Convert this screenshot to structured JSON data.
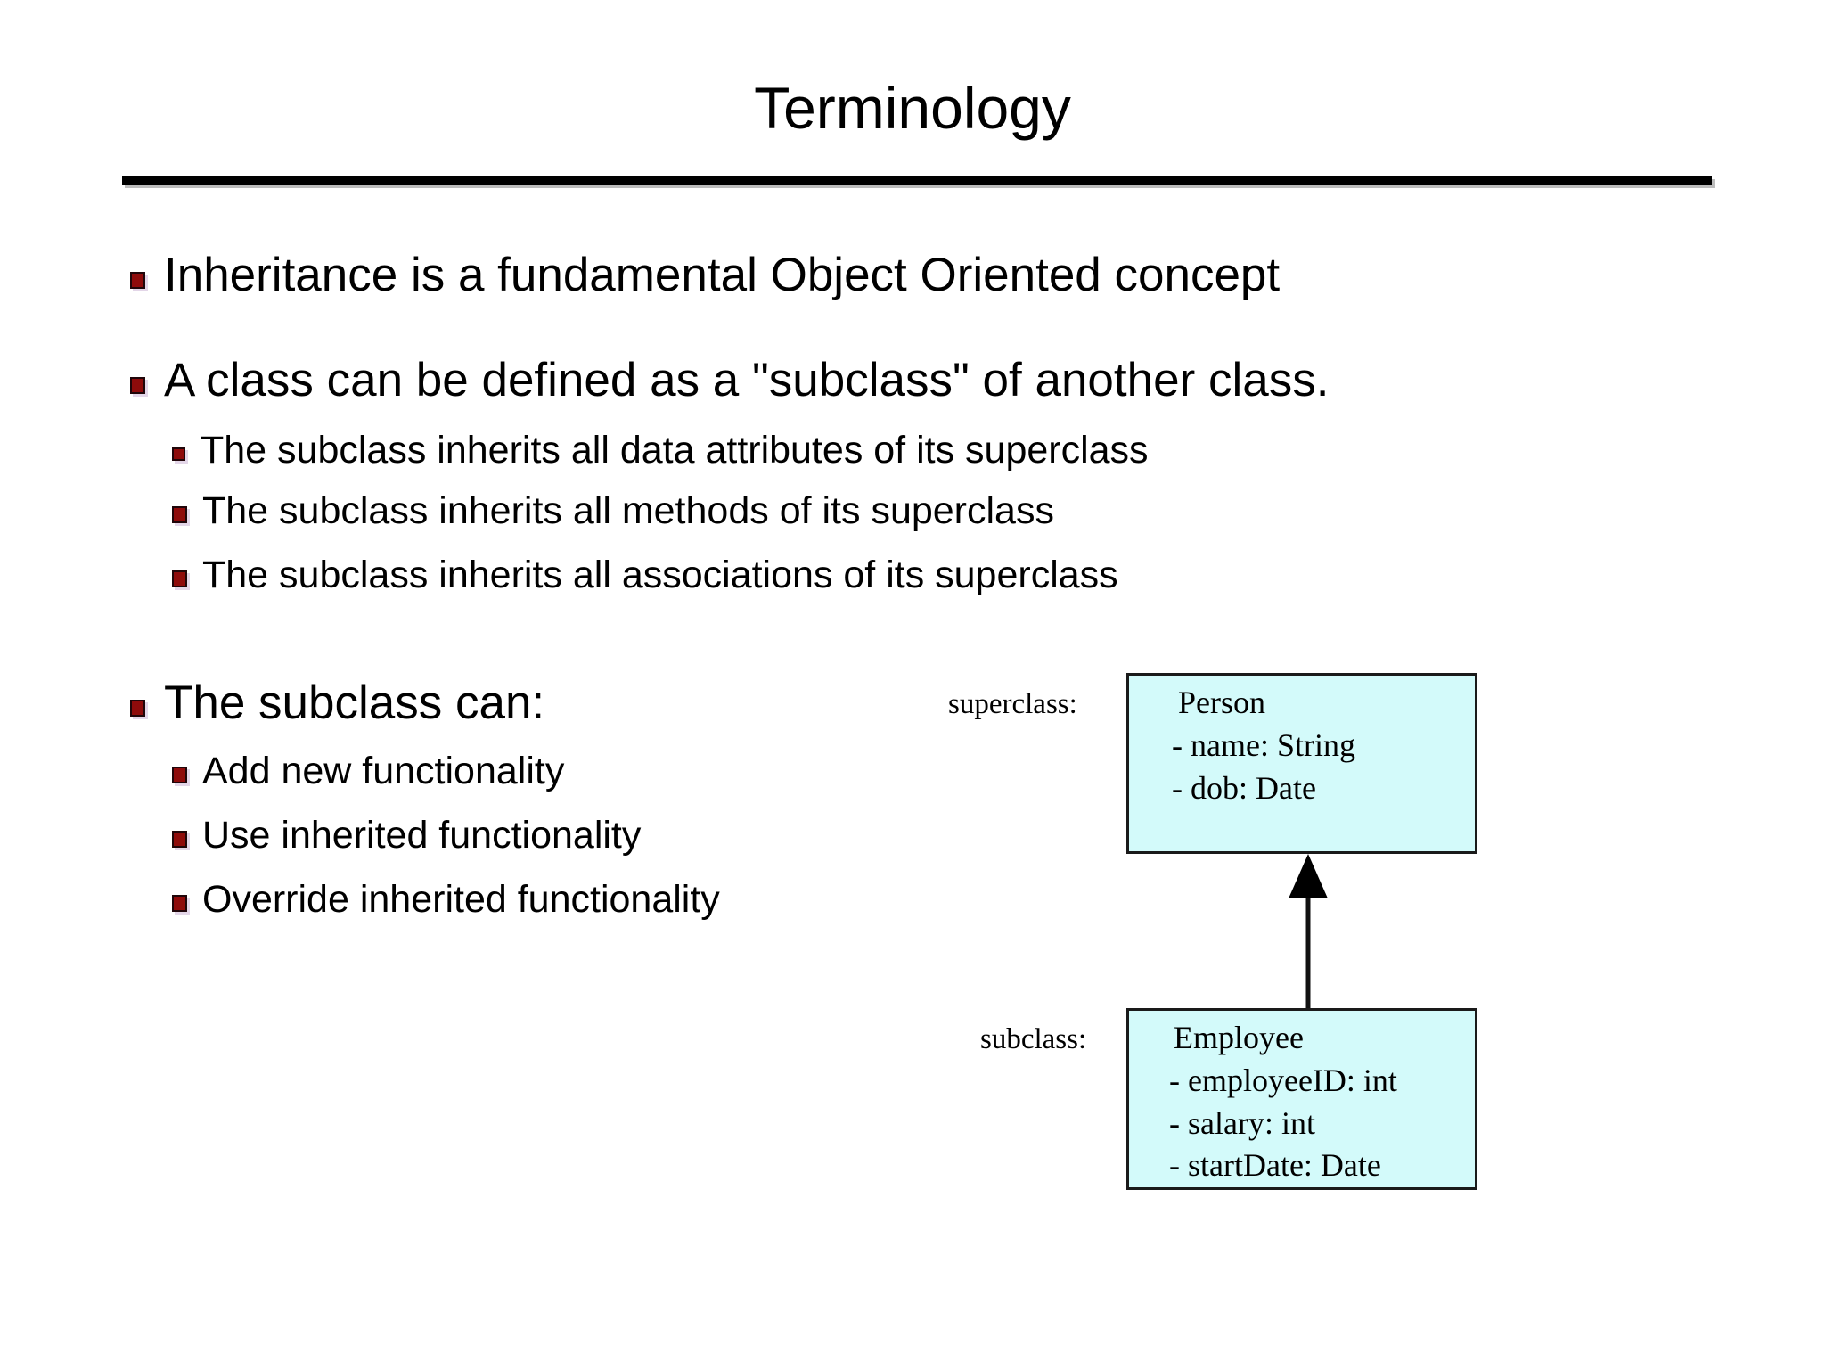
{
  "slide": {
    "title": "Terminology",
    "bullets": [
      {
        "level": 1,
        "text": "Inheritance is a fundamental Object Oriented concept"
      },
      {
        "level": 1,
        "text": "A class can be defined as a \"subclass\" of another class."
      },
      {
        "level": 2,
        "text": "The subclass inherits all data attributes of its superclass"
      },
      {
        "level": 2,
        "text": "The subclass inherits all methods of its superclass"
      },
      {
        "level": 2,
        "text": "The subclass inherits all associations of its superclass"
      },
      {
        "level": 1,
        "text": "The subclass can:"
      },
      {
        "level": 2,
        "text": "Add new functionality"
      },
      {
        "level": 2,
        "text": "Use inherited functionality"
      },
      {
        "level": 2,
        "text": "Override inherited functionality"
      }
    ]
  },
  "diagram": {
    "superclass_label": "superclass:",
    "subclass_label": "subclass:",
    "superclass_box": {
      "name": "Person",
      "attributes": [
        "- name: String",
        "- dob: Date"
      ]
    },
    "subclass_box": {
      "name": "Employee",
      "attributes": [
        "- employeeID: int",
        "- salary: int",
        "- startDate: Date"
      ]
    },
    "arrow": "inheritance-arrow-up"
  },
  "colors": {
    "bullet_marker": "#8E0B0B",
    "box_fill": "#D3FAFA",
    "box_border": "#1A1A1A",
    "rule": "#000000",
    "text": "#000000"
  }
}
